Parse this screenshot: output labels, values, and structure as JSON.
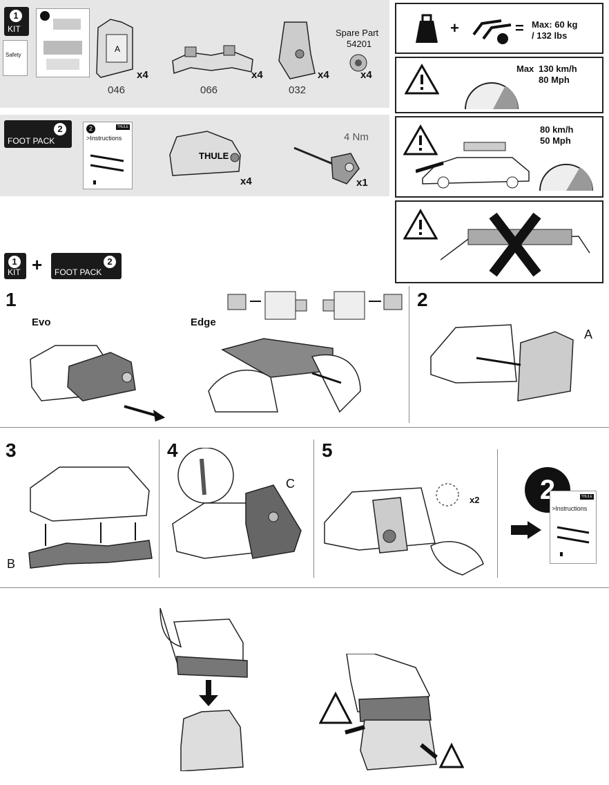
{
  "kit_row": {
    "kit_label": "KIT",
    "kit_number": "1",
    "safety_label": "Safety",
    "parts": [
      {
        "code": "046",
        "qty": "x4"
      },
      {
        "code": "066",
        "qty": "x4"
      },
      {
        "code": "032",
        "qty": "x4"
      }
    ],
    "spare_part_label": "Spare Part",
    "spare_part_number": "54201",
    "spare_qty": "x4"
  },
  "foot_pack_row": {
    "label": "FOOT PACK",
    "number": "2",
    "instructions_label": ">Instructions",
    "brand_mini": "THULE",
    "foot_brand": "THULE",
    "foot_qty": "x4",
    "torque": "4 Nm",
    "tool_qty": "x1"
  },
  "warnings": {
    "load_max": "Max: 60 kg",
    "load_lbs": "/ 132 lbs",
    "speed_max_label": "Max",
    "speed_kmh": "130 km/h",
    "speed_mph": "80 Mph",
    "cross_kmh": "80 km/h",
    "cross_mph": "50 Mph"
  },
  "combo": {
    "kit_label": "KIT",
    "kit_number": "1",
    "plus": "+",
    "foot_label": "FOOT PACK",
    "foot_number": "2"
  },
  "steps": {
    "s1": "1",
    "evo": "Evo",
    "edge": "Edge",
    "s2": "2",
    "label_a": "A",
    "s3": "3",
    "label_b": "B",
    "s4": "4",
    "label_c": "C",
    "s5": "5",
    "times2": "x2",
    "next_number": "2",
    "next_instructions": ">Instructions",
    "next_brand": "THULE"
  }
}
